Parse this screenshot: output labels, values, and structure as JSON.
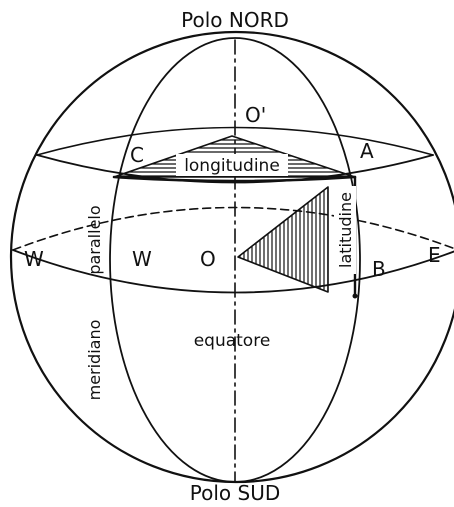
{
  "labels": {
    "north_pole": "Polo NORD",
    "south_pole": "Polo SUD",
    "o_prime": "O'",
    "point_c": "C",
    "point_a": "A",
    "point_b": "B",
    "point_o": "O",
    "west_outer": "W",
    "west_inner": "W",
    "east": "E",
    "longitude": "longitudine",
    "latitude": "latitudine",
    "parallel": "parallelo",
    "meridian": "meridiano",
    "equator": "equatore"
  }
}
